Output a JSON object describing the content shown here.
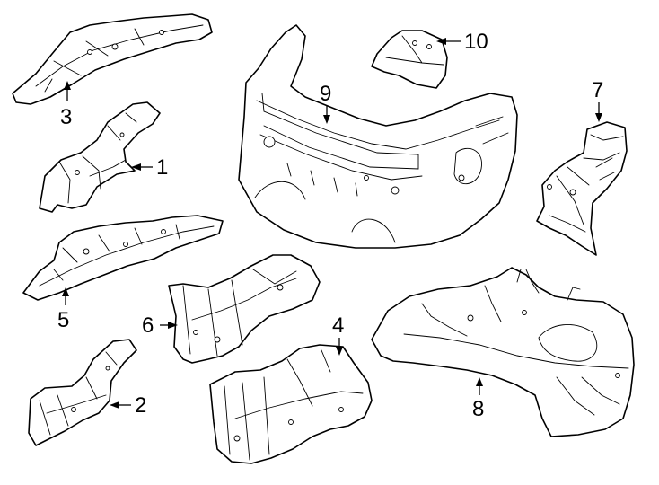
{
  "diagram": {
    "parts": [
      {
        "id": "part-1",
        "label": "1"
      },
      {
        "id": "part-2",
        "label": "2"
      },
      {
        "id": "part-3",
        "label": "3"
      },
      {
        "id": "part-4",
        "label": "4"
      },
      {
        "id": "part-5",
        "label": "5"
      },
      {
        "id": "part-6",
        "label": "6"
      },
      {
        "id": "part-7",
        "label": "7"
      },
      {
        "id": "part-8",
        "label": "8"
      },
      {
        "id": "part-9",
        "label": "9"
      },
      {
        "id": "part-10",
        "label": "10"
      }
    ]
  }
}
